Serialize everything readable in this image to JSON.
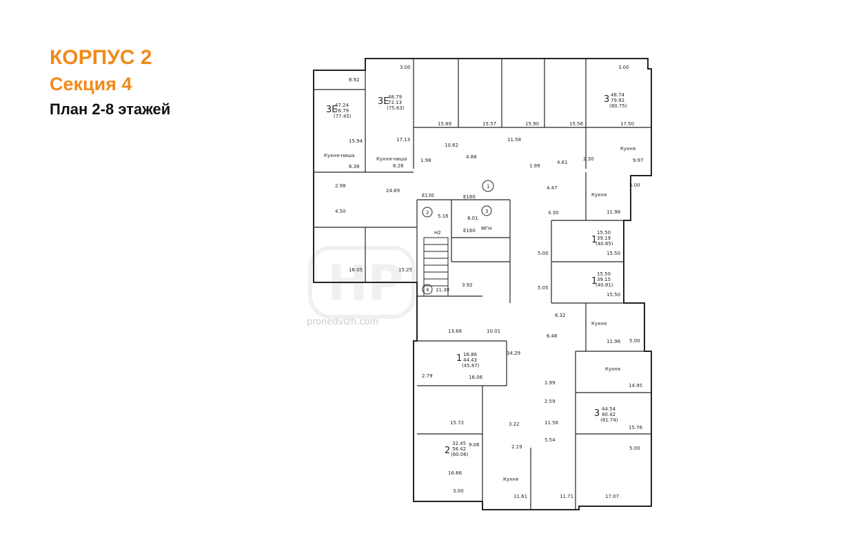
{
  "header": {
    "building": "КОРПУС 2",
    "section": "Секция 4",
    "floors": "План 2-8 этажей"
  },
  "watermark": "pronedvizh.com",
  "colors": {
    "accent": "#f08a1c",
    "walls": "#222222"
  },
  "room_labels": {
    "r1": "15.94",
    "r2": "6.38",
    "r3": "2.98",
    "r4": "4.50",
    "r5": "24.69",
    "r6": "16.05",
    "r7": "15.25",
    "r8": "17.13",
    "r9": "6.26",
    "r10": "1.98",
    "r11": "10.62",
    "r12": "4.88",
    "r13": "15.89",
    "r14": "15.57",
    "r15": "15.90",
    "r16": "15.56",
    "r17": "11.58",
    "r18": "1.99",
    "r19": "4.61",
    "r20": "2.30",
    "r21": "17.50",
    "r22": "9.97",
    "r23": "4.47",
    "r24": "4.30",
    "r25": "11.98",
    "r26": "5.00",
    "r27": "15.50",
    "r28": "5.00",
    "r29": "15.50",
    "r30": "5.05",
    "r31": "6.32",
    "r32": "6.46",
    "r33": "11.98",
    "r34": "5.00",
    "r35": "14.95",
    "r36": "15.76",
    "r37": "5.00",
    "r38": "17.07",
    "r39": "11.71",
    "r40": "11.61",
    "r41": "1.99",
    "r42": "2.59",
    "r43": "11.58",
    "r44": "5.54",
    "r45": "3.22",
    "r46": "2.19",
    "r47": "9.06",
    "r48": "15.72",
    "r49": "16.66",
    "r50": "3.00",
    "r51": "2.79",
    "r52": "13.68",
    "r53": "10.01",
    "r54": "16.06",
    "r55": "34.29",
    "r56": "11.30",
    "r57": "3.92",
    "r58": "5.16",
    "r59": "8.01",
    "r60": "3.00",
    "r61": "3.00",
    "r62": "8.92"
  },
  "room_text": {
    "kitchen_dining_1": "Кухня-ниша",
    "kitchen_dining_2": "Кухня-ниша",
    "kitchen_1": "Кухня",
    "kitchen_2": "Кухня",
    "kitchen_3": "Кухня",
    "kitchen_4": "Кухня",
    "kitchen_5": "Кухня"
  },
  "apartment_labels": {
    "a1_type": "3Е",
    "a1_area": "47.24",
    "a1_area2": "76.79",
    "a1_total": "(77.45)",
    "a2_type": "3Е",
    "a2_area": "48.79",
    "a2_area2": "72.13",
    "a2_total": "(75.63)",
    "a3_type": "3",
    "a3_area": "48.74",
    "a3_area2": "79.92",
    "a3_total": "(80.75)",
    "a4_type": "1",
    "a4_area": "15.50",
    "a4_area2": "39.19",
    "a4_total": "(40.85)",
    "a5_type": "1",
    "a5_area": "15.50",
    "a5_area2": "39.15",
    "a5_total": "(40.81)",
    "a6_type": "1",
    "a6_area": "16.86",
    "a6_area2": "44.43",
    "a6_total": "(45.87)",
    "a7_type": "3",
    "a7_area": "44.54",
    "a7_area2": "80.42",
    "a7_total": "(81.74)",
    "a8_type": "2",
    "a8_area": "32.45",
    "a8_area2": "58.42",
    "a8_total": "(60.06)"
  },
  "core_labels": {
    "c1": "1",
    "c2": "2",
    "c3": "3",
    "c4": "4",
    "e130": "E130",
    "e160a": "E160",
    "e160b": "E160",
    "mgn": "МГН",
    "h2": "Н2"
  }
}
